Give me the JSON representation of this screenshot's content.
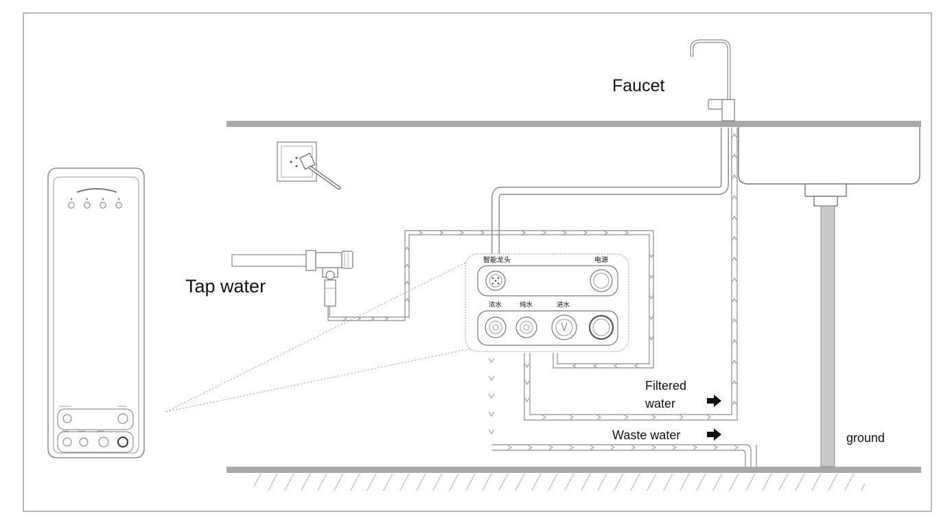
{
  "labels": {
    "faucet": "Faucet",
    "tap_water": "Tap water",
    "filtered_water_1": "Filtered",
    "filtered_water_2": "water",
    "waste_water": "Waste water",
    "ground": "ground"
  },
  "panel_labels": {
    "smart_faucet": "智能龙头",
    "power": "电源",
    "concentrate": "浓水",
    "pure": "纯水",
    "inlet": "进水"
  },
  "colors": {
    "frame": "#8a8a8a",
    "countertop": "#a8a8a8",
    "line": "#707070",
    "text": "#111111"
  },
  "icons": {
    "arrow": "right-arrow-icon",
    "outlet": "wall-socket-icon",
    "valve": "valve-icon"
  }
}
